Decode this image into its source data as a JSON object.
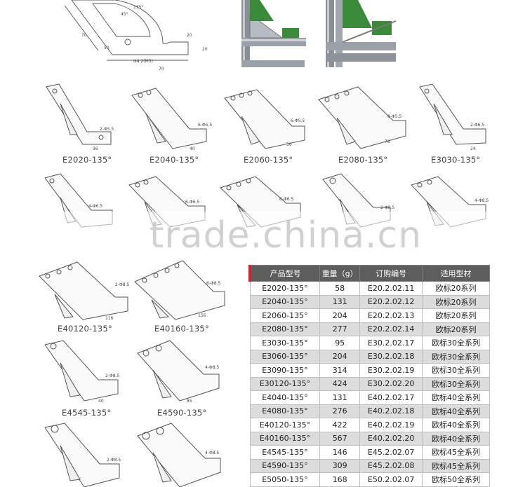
{
  "top_drawing": {
    "dims": [
      "135°",
      "45°",
      "70",
      "20",
      "20",
      "50",
      "Φ4.2(M5)",
      "70"
    ]
  },
  "brackets": [
    {
      "name": "E2020-135°",
      "note": "2-Φ5.5",
      "dim": "36"
    },
    {
      "name": "E2040-135°",
      "note": "6-Φ5.5",
      "dim": "40"
    },
    {
      "name": "E2060-135°",
      "note": "6-Φ5.5",
      "dim": "56"
    },
    {
      "name": "E2080-135°",
      "note": "8-Φ5.5",
      "dim": "76"
    },
    {
      "name": "E3030-135°",
      "note": "2-Φ6.5",
      "dim": "24"
    },
    {
      "name": "E40120-135°",
      "note": "2-Φ8.5",
      "dim": "116"
    },
    {
      "name": "E40160-135°",
      "note": "6-Φ8.5",
      "dim": "156"
    },
    {
      "name": "E4545-135°",
      "note": "2-Φ8.5",
      "dim": "40"
    },
    {
      "name": "E4590-135°",
      "note": "4-Φ8.5",
      "dim": "85"
    }
  ],
  "row2_notes": [
    "4-Φ6.5",
    "6-Φ6.5",
    "6-Φ6.5",
    "2-Φ8.5",
    "4-Φ8.5"
  ],
  "row4_notes": [
    "2-Φ8.5",
    "4-Φ8.5"
  ],
  "watermark": "trade.china.cn",
  "table": {
    "headers": [
      "产品型号",
      "重量（g）",
      "订购编号",
      "适用型材"
    ],
    "rows": [
      [
        "E2020-135°",
        "58",
        "E20.2.02.11",
        "欧标20系列"
      ],
      [
        "E2040-135°",
        "131",
        "E20.2.02.12",
        "欧标20系列"
      ],
      [
        "E2060-135°",
        "204",
        "E20.2.02.13",
        "欧标20系列"
      ],
      [
        "E2080-135°",
        "277",
        "E20.2.02.14",
        "欧标20系列"
      ],
      [
        "E3030-135°",
        "95",
        "E30.2.02.17",
        "欧标30全系列"
      ],
      [
        "E3060-135°",
        "204",
        "E30.2.02.18",
        "欧标30全系列"
      ],
      [
        "E3090-135°",
        "314",
        "E30.2.02.19",
        "欧标30全系列"
      ],
      [
        "E30120-135°",
        "424",
        "E30.2.02.20",
        "欧标30全系列"
      ],
      [
        "E4040-135°",
        "131",
        "E40.2.02.17",
        "欧标40全系列"
      ],
      [
        "E4080-135°",
        "276",
        "E40.2.02.18",
        "欧标40全系列"
      ],
      [
        "E40120-135°",
        "422",
        "E40.2.02.19",
        "欧标40全系列"
      ],
      [
        "E40160-135°",
        "567",
        "E40.2.02.20",
        "欧标40全系列"
      ],
      [
        "E4545-135°",
        "146",
        "E45.2.02.07",
        "欧标45全系列"
      ],
      [
        "E4590-135°",
        "309",
        "E45.2.02.08",
        "欧标45全系列"
      ],
      [
        "E5050-135°",
        "168",
        "E50.2.02.07",
        "欧标50全系列"
      ]
    ]
  },
  "colors": {
    "header_bg": "#5d5d5d",
    "accent_red": "#d1202f",
    "alt_row": "#dcdcdc",
    "profile_green": "#3a8a3a"
  }
}
